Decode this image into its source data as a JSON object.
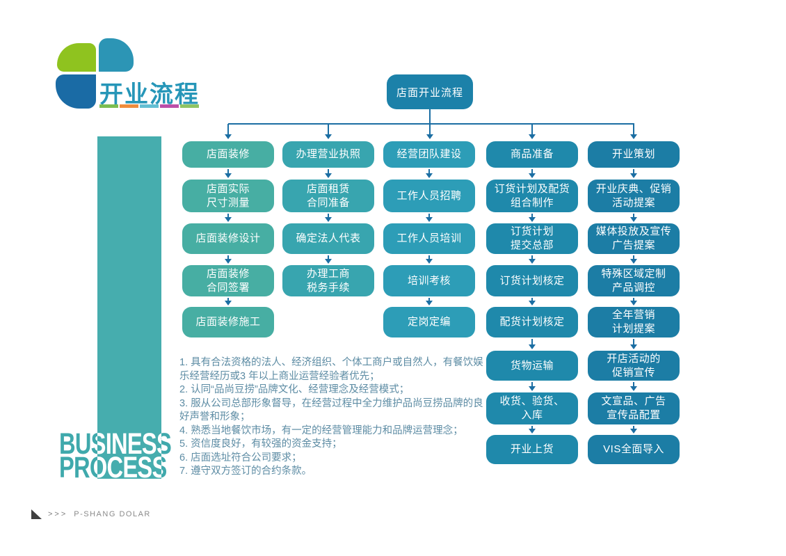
{
  "logo": {
    "title": "开业流程",
    "leaf_colors": {
      "green": "#8FC31F",
      "teal": "#2C95B5",
      "blue": "#1A6BA5"
    },
    "underline_colors": [
      "#7CBD51",
      "#F08C3C",
      "#63BFD3",
      "#BC4FA8",
      "#8FC463"
    ]
  },
  "side_label": {
    "line1": "BUSINESS",
    "line2": "PROCESS",
    "bar_color": "#46ADAE"
  },
  "flowchart": {
    "root": "店面开业流程",
    "root_color": "#1C81A9",
    "line_color": "#1B6EA3",
    "columns": [
      {
        "color": "#47AEA3",
        "nodes": [
          [
            "店面装修"
          ],
          [
            "店面实际",
            "尺寸测量"
          ],
          [
            "店面装修设计"
          ],
          [
            "店面装修",
            "合同签署"
          ],
          [
            "店面装修施工"
          ]
        ]
      },
      {
        "color": "#38A5AF",
        "nodes": [
          [
            "办理营业执照"
          ],
          [
            "店面租赁",
            "合同准备"
          ],
          [
            "确定法人代表"
          ],
          [
            "办理工商",
            "税务手续"
          ]
        ]
      },
      {
        "color": "#2D9DB7",
        "nodes": [
          [
            "经营团队建设"
          ],
          [
            "工作人员招聘"
          ],
          [
            "工作人员培训"
          ],
          [
            "培训考核"
          ],
          [
            "定岗定编"
          ]
        ]
      },
      {
        "color": "#1F89AB",
        "nodes": [
          [
            "商品准备"
          ],
          [
            "订货计划及配货",
            "组合制作"
          ],
          [
            "订货计划",
            "提交总部"
          ],
          [
            "订货计划核定"
          ],
          [
            "配货计划核定"
          ],
          [
            "货物运输"
          ],
          [
            "收货、验货、",
            "入库"
          ],
          [
            "开业上货"
          ]
        ]
      },
      {
        "color": "#1C7DA5",
        "nodes": [
          [
            "开业策划"
          ],
          [
            "开业庆典、促销",
            "活动提案"
          ],
          [
            "媒体投放及宣传",
            "广告提案"
          ],
          [
            "特殊区域定制",
            "产品调控"
          ],
          [
            "全年营销",
            "计划提案"
          ],
          [
            "开店活动的",
            "促销宣传"
          ],
          [
            "文宣品、广告",
            "宣传品配置"
          ],
          [
            "VIS全面导入"
          ]
        ]
      }
    ]
  },
  "requirements": {
    "items": [
      "1. 具有合法资格的法人、经济组织、个体工商户或自然人，有餐饮娱乐经营经历或3 年以上商业运营经验者优先；",
      "2. 认同“品尚豆捞”品牌文化、经营理念及经营模式；",
      "3. 服从公司总部形象督导，在经营过程中全力维护品尚豆捞品牌的良好声誉和形象；",
      "4. 熟悉当地餐饮市场，有一定的经营管理能力和品牌运营理念；",
      "5. 资信度良好，有较强的资金支持；",
      "6. 店面选址符合公司要求；",
      "7. 遵守双方签订的合约条款。"
    ],
    "text_color": "#5D8CA4"
  },
  "footer": {
    "chevrons": ">>>",
    "label": "P-SHANG DOLAR"
  }
}
